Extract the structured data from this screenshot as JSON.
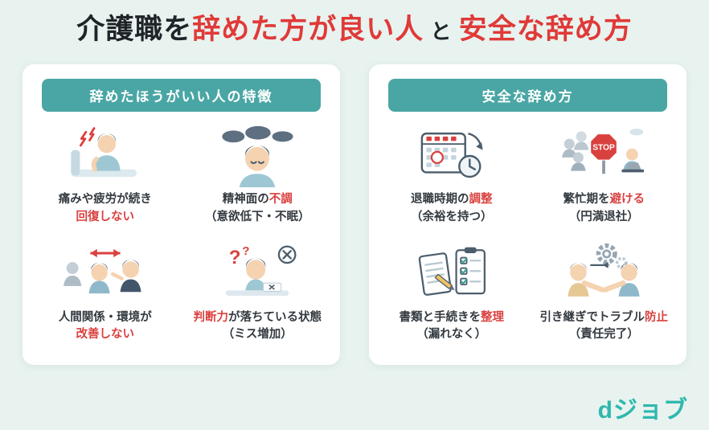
{
  "title": {
    "segments": [
      {
        "text": "介護職を",
        "red": false
      },
      {
        "text": "辞めた方が良い人",
        "red": true
      },
      {
        "text": " と ",
        "red": false,
        "small": true
      },
      {
        "text": "安全な辞め方",
        "red": true
      }
    ]
  },
  "cards": [
    {
      "header": "辞めたほうがいい人の特徴",
      "items": [
        {
          "icon": "pain-fatigue",
          "line1": [
            {
              "text": "痛みや疲労が続き",
              "red": false
            }
          ],
          "line2": [
            {
              "text": "回復しない",
              "red": true
            }
          ]
        },
        {
          "icon": "mental-distress",
          "line1": [
            {
              "text": "精神面の",
              "red": false
            },
            {
              "text": "不調",
              "red": true
            }
          ],
          "line2": [
            {
              "text": "（意欲低下・不眠）",
              "red": false
            }
          ]
        },
        {
          "icon": "relationship-conflict",
          "line1": [
            {
              "text": "人間関係・環境が",
              "red": false
            }
          ],
          "line2": [
            {
              "text": "改善しない",
              "red": true
            }
          ]
        },
        {
          "icon": "judgment-decline",
          "line1": [
            {
              "text": "判断力",
              "red": true
            },
            {
              "text": "が落ちている状態",
              "red": false
            }
          ],
          "line2": [
            {
              "text": "（ミス増加）",
              "red": false
            }
          ]
        }
      ]
    },
    {
      "header": "安全な辞め方",
      "items": [
        {
          "icon": "calendar-clock",
          "line1": [
            {
              "text": "退職時期の",
              "red": false
            },
            {
              "text": "調整",
              "red": true
            }
          ],
          "line2": [
            {
              "text": "（余裕を持つ）",
              "red": false
            }
          ]
        },
        {
          "icon": "stop-busy-season",
          "line1": [
            {
              "text": "繁忙期を",
              "red": false
            },
            {
              "text": "避ける",
              "red": true
            }
          ],
          "line2": [
            {
              "text": "（円満退社）",
              "red": false
            }
          ]
        },
        {
          "icon": "documents-checklist",
          "line1": [
            {
              "text": "書類と手続きを",
              "red": false
            },
            {
              "text": "整理",
              "red": true
            }
          ],
          "line2": [
            {
              "text": "（漏れなく）",
              "red": false
            }
          ]
        },
        {
          "icon": "handover-handshake",
          "line1": [
            {
              "text": "引き継ぎでトラブル",
              "red": false
            },
            {
              "text": "防止",
              "red": true
            }
          ],
          "line2": [
            {
              "text": "（責任完了）",
              "red": false
            }
          ]
        }
      ]
    }
  ],
  "logo": {
    "text": "dジョブ"
  },
  "colors": {
    "background": "#e8f3f0",
    "card": "#ffffff",
    "header_teal": "#4aa6a4",
    "accent_red": "#d9413f",
    "logo_teal": "#2fb8ae",
    "text_dark": "#333a40"
  }
}
